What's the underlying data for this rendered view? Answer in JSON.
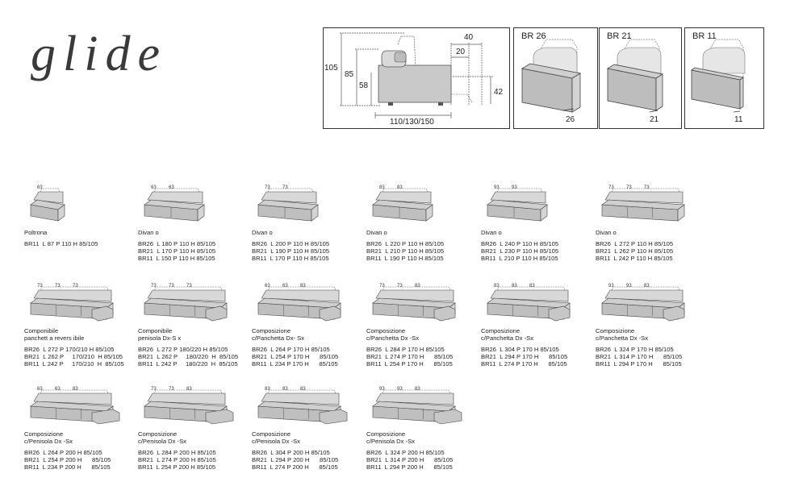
{
  "brand": "glide",
  "dimensions": {
    "depth_values": [
      "40",
      "20"
    ],
    "height_values": [
      "105",
      "85",
      "58",
      "42"
    ],
    "width_value": "110/130/150"
  },
  "armrests": [
    {
      "label": "BR 26",
      "size": "26"
    },
    {
      "label": "BR 21",
      "size": "21"
    },
    {
      "label": "BR 11",
      "size": "11"
    }
  ],
  "catalog": [
    {
      "name": "Poltrona",
      "dims": [
        "63"
      ],
      "specs": [
        "BR11  L 87 P 110 H 85/105"
      ]
    },
    {
      "name": "Divan o",
      "dims": [
        "63",
        "63"
      ],
      "specs": [
        "BR26  L 180 P 110 H 85/105",
        "BR21  L 170 P 110 H 85/105",
        "BR11  L 150 P 110 H 85/105"
      ]
    },
    {
      "name": "Divan o",
      "dims": [
        "73",
        "73"
      ],
      "specs": [
        "BR26  L 200 P 110 H 85/105",
        "BR21  L 190 P 110 H 85/105",
        "BR11  L 170 P 110 H 85/105"
      ]
    },
    {
      "name": "Divan o",
      "dims": [
        "83",
        "83"
      ],
      "specs": [
        "BR26  L 220 P 110 H 85/105",
        "BR21  L 210 P 110 H 85/105",
        "BR11  L 190 P 110 H 85/105"
      ]
    },
    {
      "name": "Divan o",
      "dims": [
        "93",
        "93"
      ],
      "specs": [
        "BR26  L 240 P 110 H 85/105",
        "BR21  L 230 P 110 H 85/105",
        "BR11  L 210 P 110 H 85/105"
      ]
    },
    {
      "name": "Divan o",
      "dims": [
        "73",
        "73",
        "73"
      ],
      "specs": [
        "BR26  L 272 P 110 H 85/105",
        "BR21  L 262 P 110 H 85/105",
        "BR11  L 242 P 110 H 85/105"
      ]
    },
    {
      "name": "Componibile\npanchett  a revers ibile",
      "dims": [
        "73",
        "73",
        "73"
      ],
      "specs": [
        "BR26  L 272 P 170/210 H 85/105",
        "BR21  L 262 P     170/210  H 85/105",
        "BR11  L 242 P     170/210  H  85/105"
      ]
    },
    {
      "name": "Componibile\npenisola Dx-S x",
      "dims": [
        "73",
        "73",
        "73"
      ],
      "specs": [
        "BR26  L 272 P 180/220 H 85/105",
        "BR21  L 262 P     180/220  H  85/105",
        "BR11  L 242 P     180/220  H  85/105"
      ]
    },
    {
      "name": "Composizione\nc/Panchetta   Dx- Sx",
      "dims": [
        "63",
        "63",
        "83"
      ],
      "specs": [
        "BR26  L 264 P 170 H 85/105",
        "BR21  L 254 P 170 H      85/105",
        "BR11  L 234 P 170 H      85/105"
      ]
    },
    {
      "name": "Composizione\nc/Panchetta Dx   -Sx",
      "dims": [
        "73",
        "73",
        "83"
      ],
      "specs": [
        "BR26  L 284 P 170 H 85/105",
        "BR21  L 274 P 170 H      85/105",
        "BR11  L 254 P 170 H      85/105"
      ]
    },
    {
      "name": "Composizione\nc/Panchetta Dx   -Sx",
      "dims": [
        "83",
        "83",
        "83"
      ],
      "specs": [
        "BR26  L 304 P 170 H 85/105",
        "BR21  L 294 P 170 H      85/105",
        "BR11  L 274 P 170 H      85/105"
      ]
    },
    {
      "name": "Composizione\nc/Panchetta Dx   -Sx",
      "dims": [
        "93",
        "93",
        "83"
      ],
      "specs": [
        "BR26  L 324 P 170 H 85/105",
        "BR21  L 314 P 170 H      85/105",
        "BR11  L 294 P 170 H      85/105"
      ]
    },
    {
      "name": "Composizione\nc/Penisola Dx   -Sx",
      "dims": [
        "63",
        "63",
        "83"
      ],
      "specs": [
        "BR26  L 264 P 200 H 85/105",
        "BR21  L 254 P 200 H      85/105",
        "BR11  L 234 P 200 H      85/105"
      ]
    },
    {
      "name": "Composizione\nc/Penisola Dx   -Sx",
      "dims": [
        "73",
        "73",
        "83"
      ],
      "specs": [
        "BR26  L 284 P 200 H 85/105",
        "BR21  L 274 P 200 H 85/105",
        "BR11  L 254 P 200 H 85/105"
      ]
    },
    {
      "name": "Composizione\nc/Penisola Dx   -Sx",
      "dims": [
        "83",
        "83",
        "83"
      ],
      "specs": [
        "BR26  L 304 P 200 H 85/105",
        "BR21  L 294 P 200 H      85/105",
        "BR11  L 274 P 200 H      85/105"
      ]
    },
    {
      "name": "Composizione\nc/Penisola Dx   -Sx",
      "dims": [
        "93",
        "93",
        "83"
      ],
      "specs": [
        "BR26  L 324 P 200 H 85/105",
        "BR21  L 314 P 200 H      85/105",
        "BR11  L 294 P 200 H      85/105"
      ]
    }
  ]
}
